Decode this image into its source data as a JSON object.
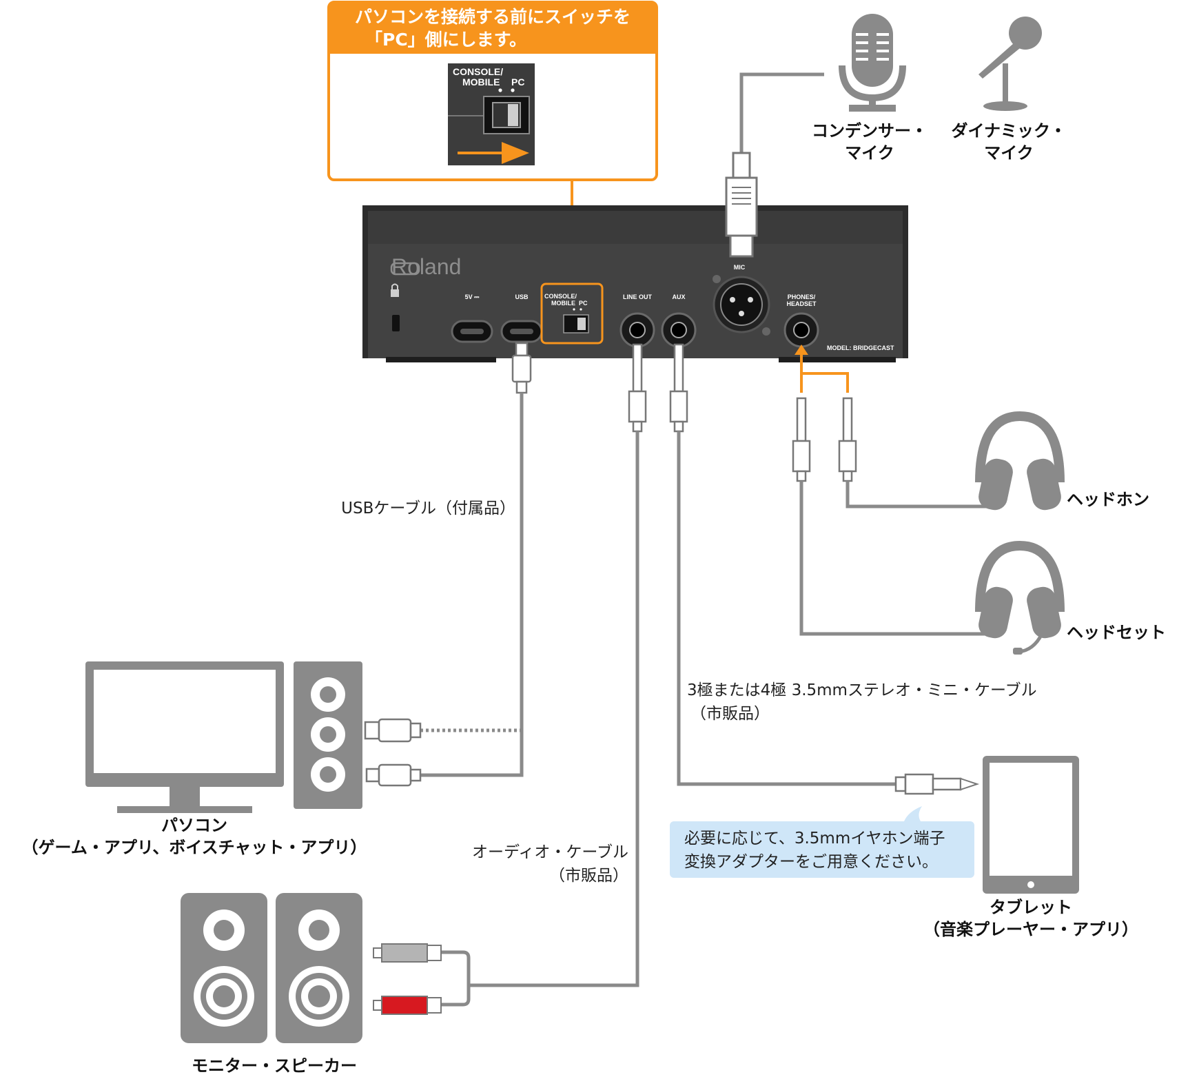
{
  "callout": {
    "line1": "パソコンを接続する前にスイッチを",
    "line2": "「PC」側にします。",
    "switch_label_1": "CONSOLE/",
    "switch_label_2": "MOBILE",
    "switch_label_pc": "PC"
  },
  "device": {
    "brand": "Roland",
    "port_5v": "5V ⎓",
    "port_usb": "USB",
    "port_console_1": "CONSOLE/",
    "port_console_2": "MOBILE",
    "port_pc": "PC",
    "port_line_out": "LINE OUT",
    "port_aux": "AUX",
    "port_mic": "MIC",
    "port_phones_1": "PHONES/",
    "port_phones_2": "HEADSET",
    "model": "MODEL: BRIDGECAST"
  },
  "labels": {
    "condenser_1": "コンデンサー・",
    "condenser_2": "マイク",
    "dynamic_1": "ダイナミック・",
    "dynamic_2": "マイク",
    "headphones": "ヘッドホン",
    "headset": "ヘッドセット",
    "usb_cable": "USBケーブル（付属品）",
    "stereo_cable_1": "3極または4極 3.5mmステレオ・ミニ・ケーブル",
    "stereo_cable_2": "（市販品）",
    "pc_1": "パソコン",
    "pc_2": "（ゲーム・アプリ、ボイスチャット・アプリ）",
    "audio_cable_1": "オーディオ・ケーブル",
    "audio_cable_2": "（市販品）",
    "note_1": "必要に応じて、3.5mmイヤホン端子",
    "note_2": "変換アダプターをご用意ください。",
    "tablet_1": "タブレット",
    "tablet_2": "（音楽プレーヤー・アプリ）",
    "speakers": "モニター・スピーカー"
  },
  "colors": {
    "accent_orange": "#f7941d",
    "device_body": "#3a3a3a",
    "icon_gray": "#8a8a8a",
    "rca_red": "#d71920",
    "note_bg": "#cfe6f8"
  }
}
